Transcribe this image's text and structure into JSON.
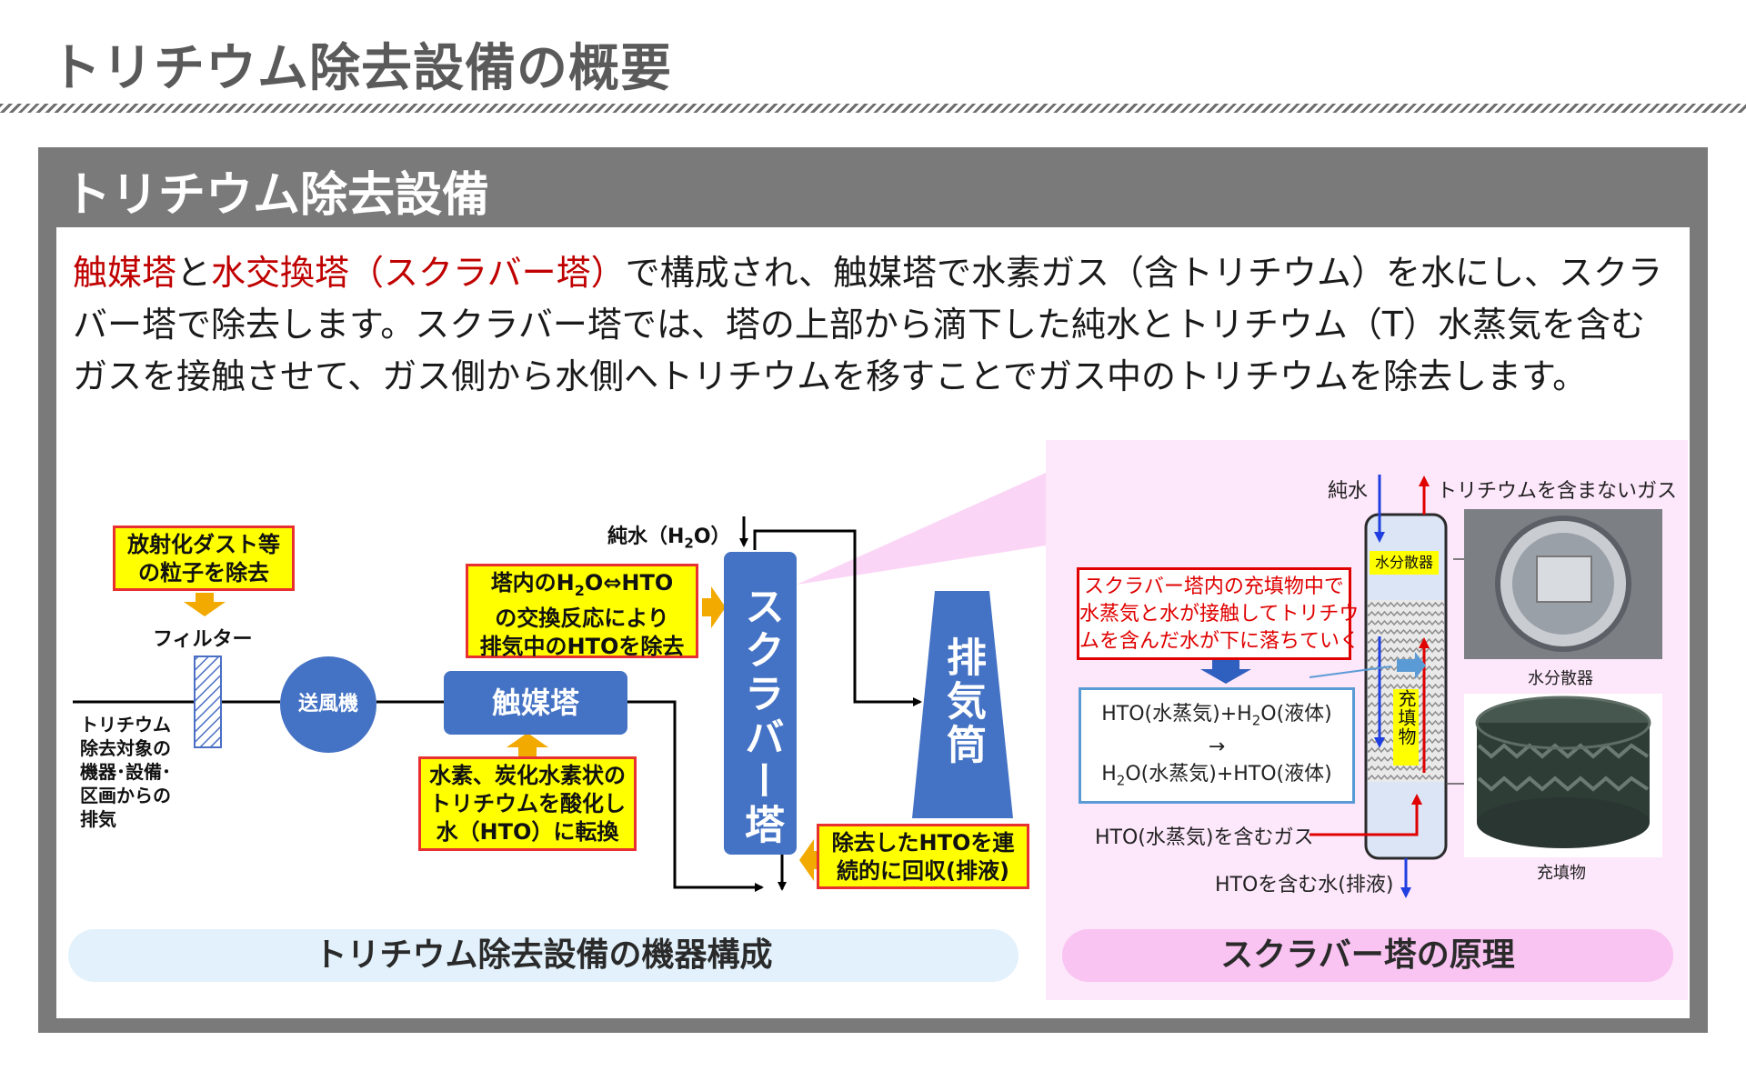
{
  "page_title": "トリチウム除去設備の概要",
  "panel_heading": "トリチウム除去設備",
  "intro": {
    "red1": "触媒塔",
    "t1": "と",
    "red2": "水交換塔（スクラバー塔）",
    "t2": "で構成され、触媒塔で水素ガス（含トリチウム）を水にし、スクラバー塔で除去します。スクラバー塔では、塔の上部から滴下した純水とトリチウム（T）水蒸気を含むガスを接触させて、ガス側から水側へトリチウムを移すことでガス中のトリチウムを除去します。"
  },
  "left_diagram": {
    "dust_note": [
      "放射化ダスト等",
      "の粒子を除去"
    ],
    "filter_label": "フィルター",
    "blower_label": "送風機",
    "catalyst_label": "触媒塔",
    "catalyst_note": [
      "水素、炭化水素状の",
      "トリチウムを酸化し",
      "水（HTO）に転換"
    ],
    "exhaust_in": [
      "トリチウム",
      "除去対象の",
      "機器･設備･",
      "区画からの",
      "排気"
    ],
    "exchange_note_l1_pre": "塔内のH",
    "exchange_note_l1_sub": "2",
    "exchange_note_l1_post": "O⇔HTO",
    "exchange_note_l2": "の交換反応により",
    "exchange_note_l3": "排気中のHTOを除去",
    "pure_water_pre": "純水（H",
    "pure_water_sub": "2",
    "pure_water_post": "O）",
    "scrubber_label": "スクラバー塔",
    "stack_label": "排気筒",
    "recovery_note": [
      "除去したHTOを連",
      "続的に回収(排液)"
    ],
    "caption": "トリチウム除去設備の機器構成"
  },
  "right_diagram": {
    "pure_water": "純水",
    "tritium_free_gas": "トリチウムを含まないガス",
    "distributor_tag": "水分散器",
    "packing_tag": "充填物",
    "inside_note": [
      "スクラバー塔内の充填物中で",
      "水蒸気と水が接触してトリチウ",
      "ムを含んだ水が下に落ちていく"
    ],
    "eq_line1_a": "HTO(水蒸気)+H",
    "eq_line1_sub": "2",
    "eq_line1_b": "O(液体)",
    "eq_arrow": "→",
    "eq_line2_a": "H",
    "eq_line2_sub": "2",
    "eq_line2_b": "O(水蒸気)+HTO(液体)",
    "hto_gas_in": "HTO(水蒸気)を含むガス",
    "hto_water_out": "HTOを含む水(排液)",
    "photo1_caption": "水分散器",
    "photo2_caption": "充填物",
    "caption": "スクラバー塔の原理"
  },
  "colors": {
    "blue_equipment": "#4472c4",
    "note_fill": "#ffff00",
    "note_border": "#e83030",
    "arrow_orange": "#f2a900",
    "accent_red": "#c00000",
    "panel_gray": "#7a7a7a",
    "pink_bg": "#fde7fb"
  }
}
